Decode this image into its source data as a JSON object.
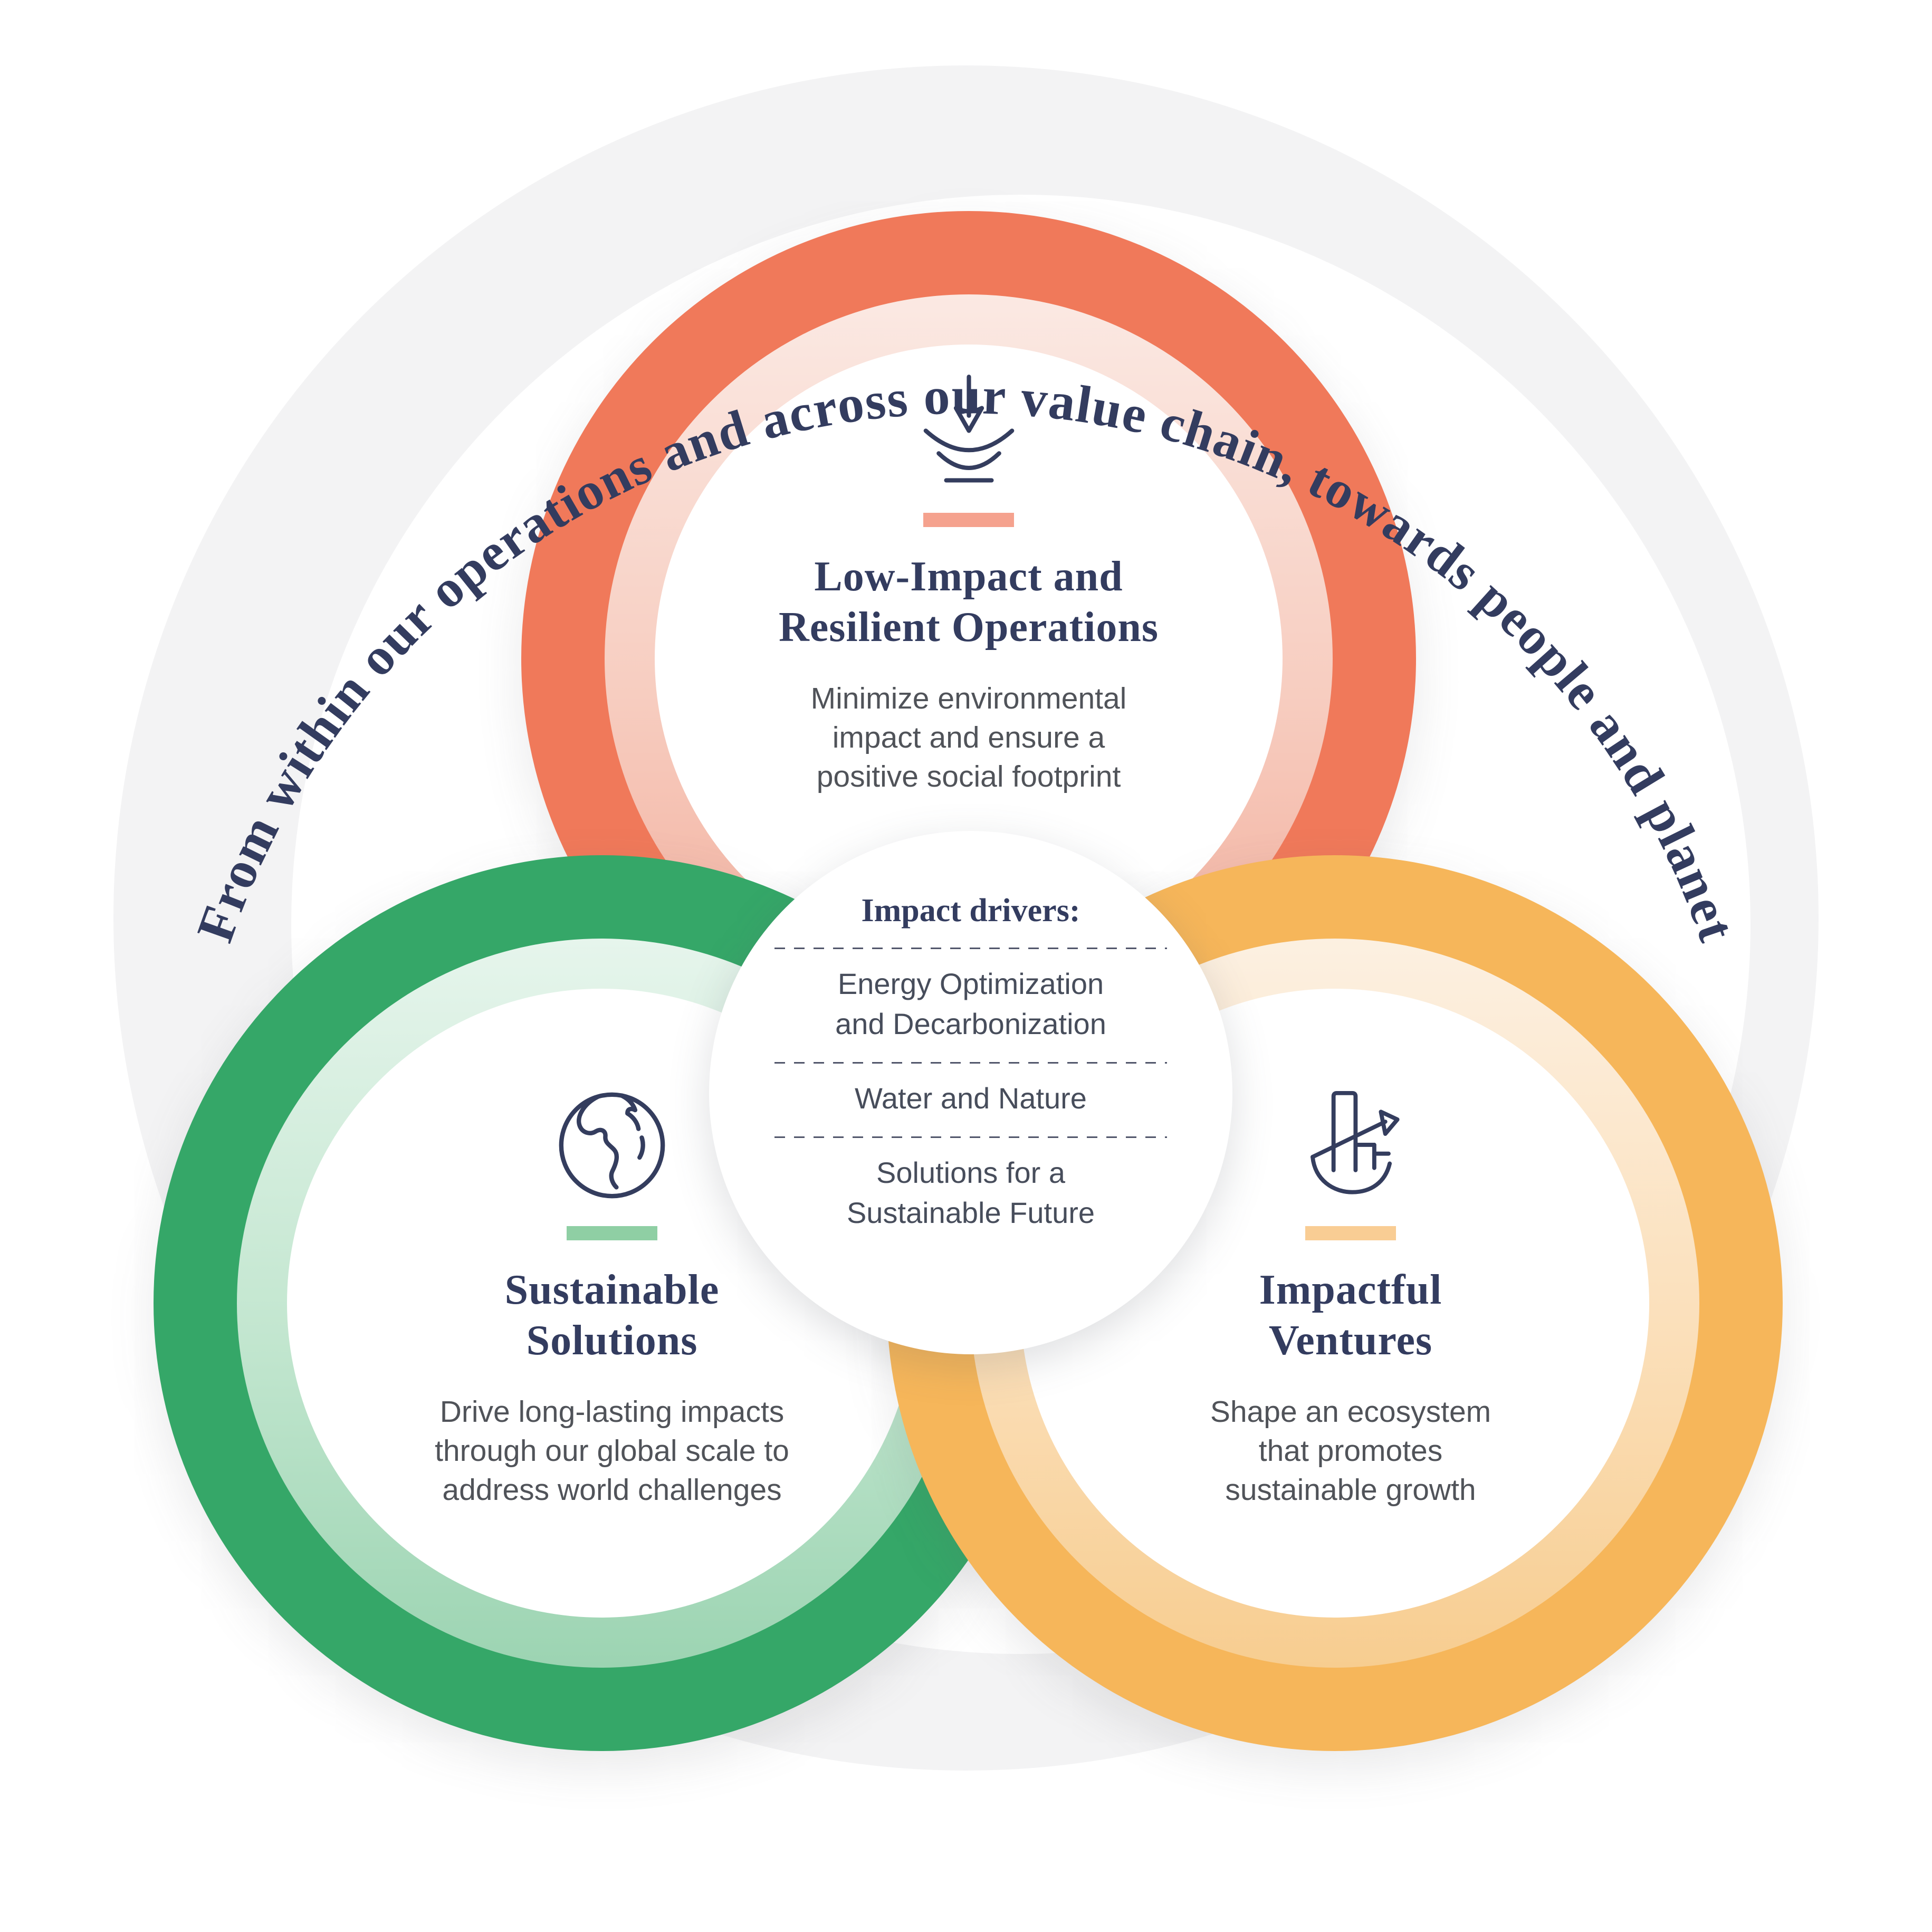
{
  "title": "Sustainability framework diagram",
  "arc_tagline": "From within our operations and across our value chain, towards people and planet",
  "circles": {
    "operations": {
      "icon": "impact-absorb-icon",
      "accent_color": "#F0795A",
      "accent_bar_color": "#F5A28E",
      "title_lines": [
        "Low-Impact and",
        "Resilient Operations"
      ],
      "description_lines": [
        "Minimize environmental",
        "impact and ensure a",
        "positive social footprint"
      ]
    },
    "solutions": {
      "icon": "globe-icon",
      "accent_color": "#35A768",
      "accent_bar_color": "#8FCFA4",
      "title_lines": [
        "Sustainable",
        "Solutions"
      ],
      "description_lines": [
        "Drive long-lasting impacts",
        "through our global scale to",
        "address world challenges"
      ]
    },
    "ventures": {
      "icon": "growth-chart-icon",
      "accent_color": "#F6B65A",
      "accent_bar_color": "#F9CD94",
      "title_lines": [
        "Impactful",
        "Ventures"
      ],
      "description_lines": [
        "Shape an ecosystem",
        "that promotes",
        "sustainable growth"
      ]
    }
  },
  "center": {
    "heading": "Impact drivers:",
    "items": [
      {
        "lines": [
          "Energy Optimization",
          "and Decarbonization"
        ]
      },
      {
        "lines": [
          "Water and Nature"
        ]
      },
      {
        "lines": [
          "Solutions for a",
          "Sustainable Future"
        ]
      }
    ]
  },
  "colors": {
    "navy_text": "#333C5F",
    "body_text": "#505359",
    "center_item_text": "#474D5B",
    "divider": "#51566B",
    "background_ring": "#F3F3F4",
    "page_background": "#FFFFFF"
  }
}
